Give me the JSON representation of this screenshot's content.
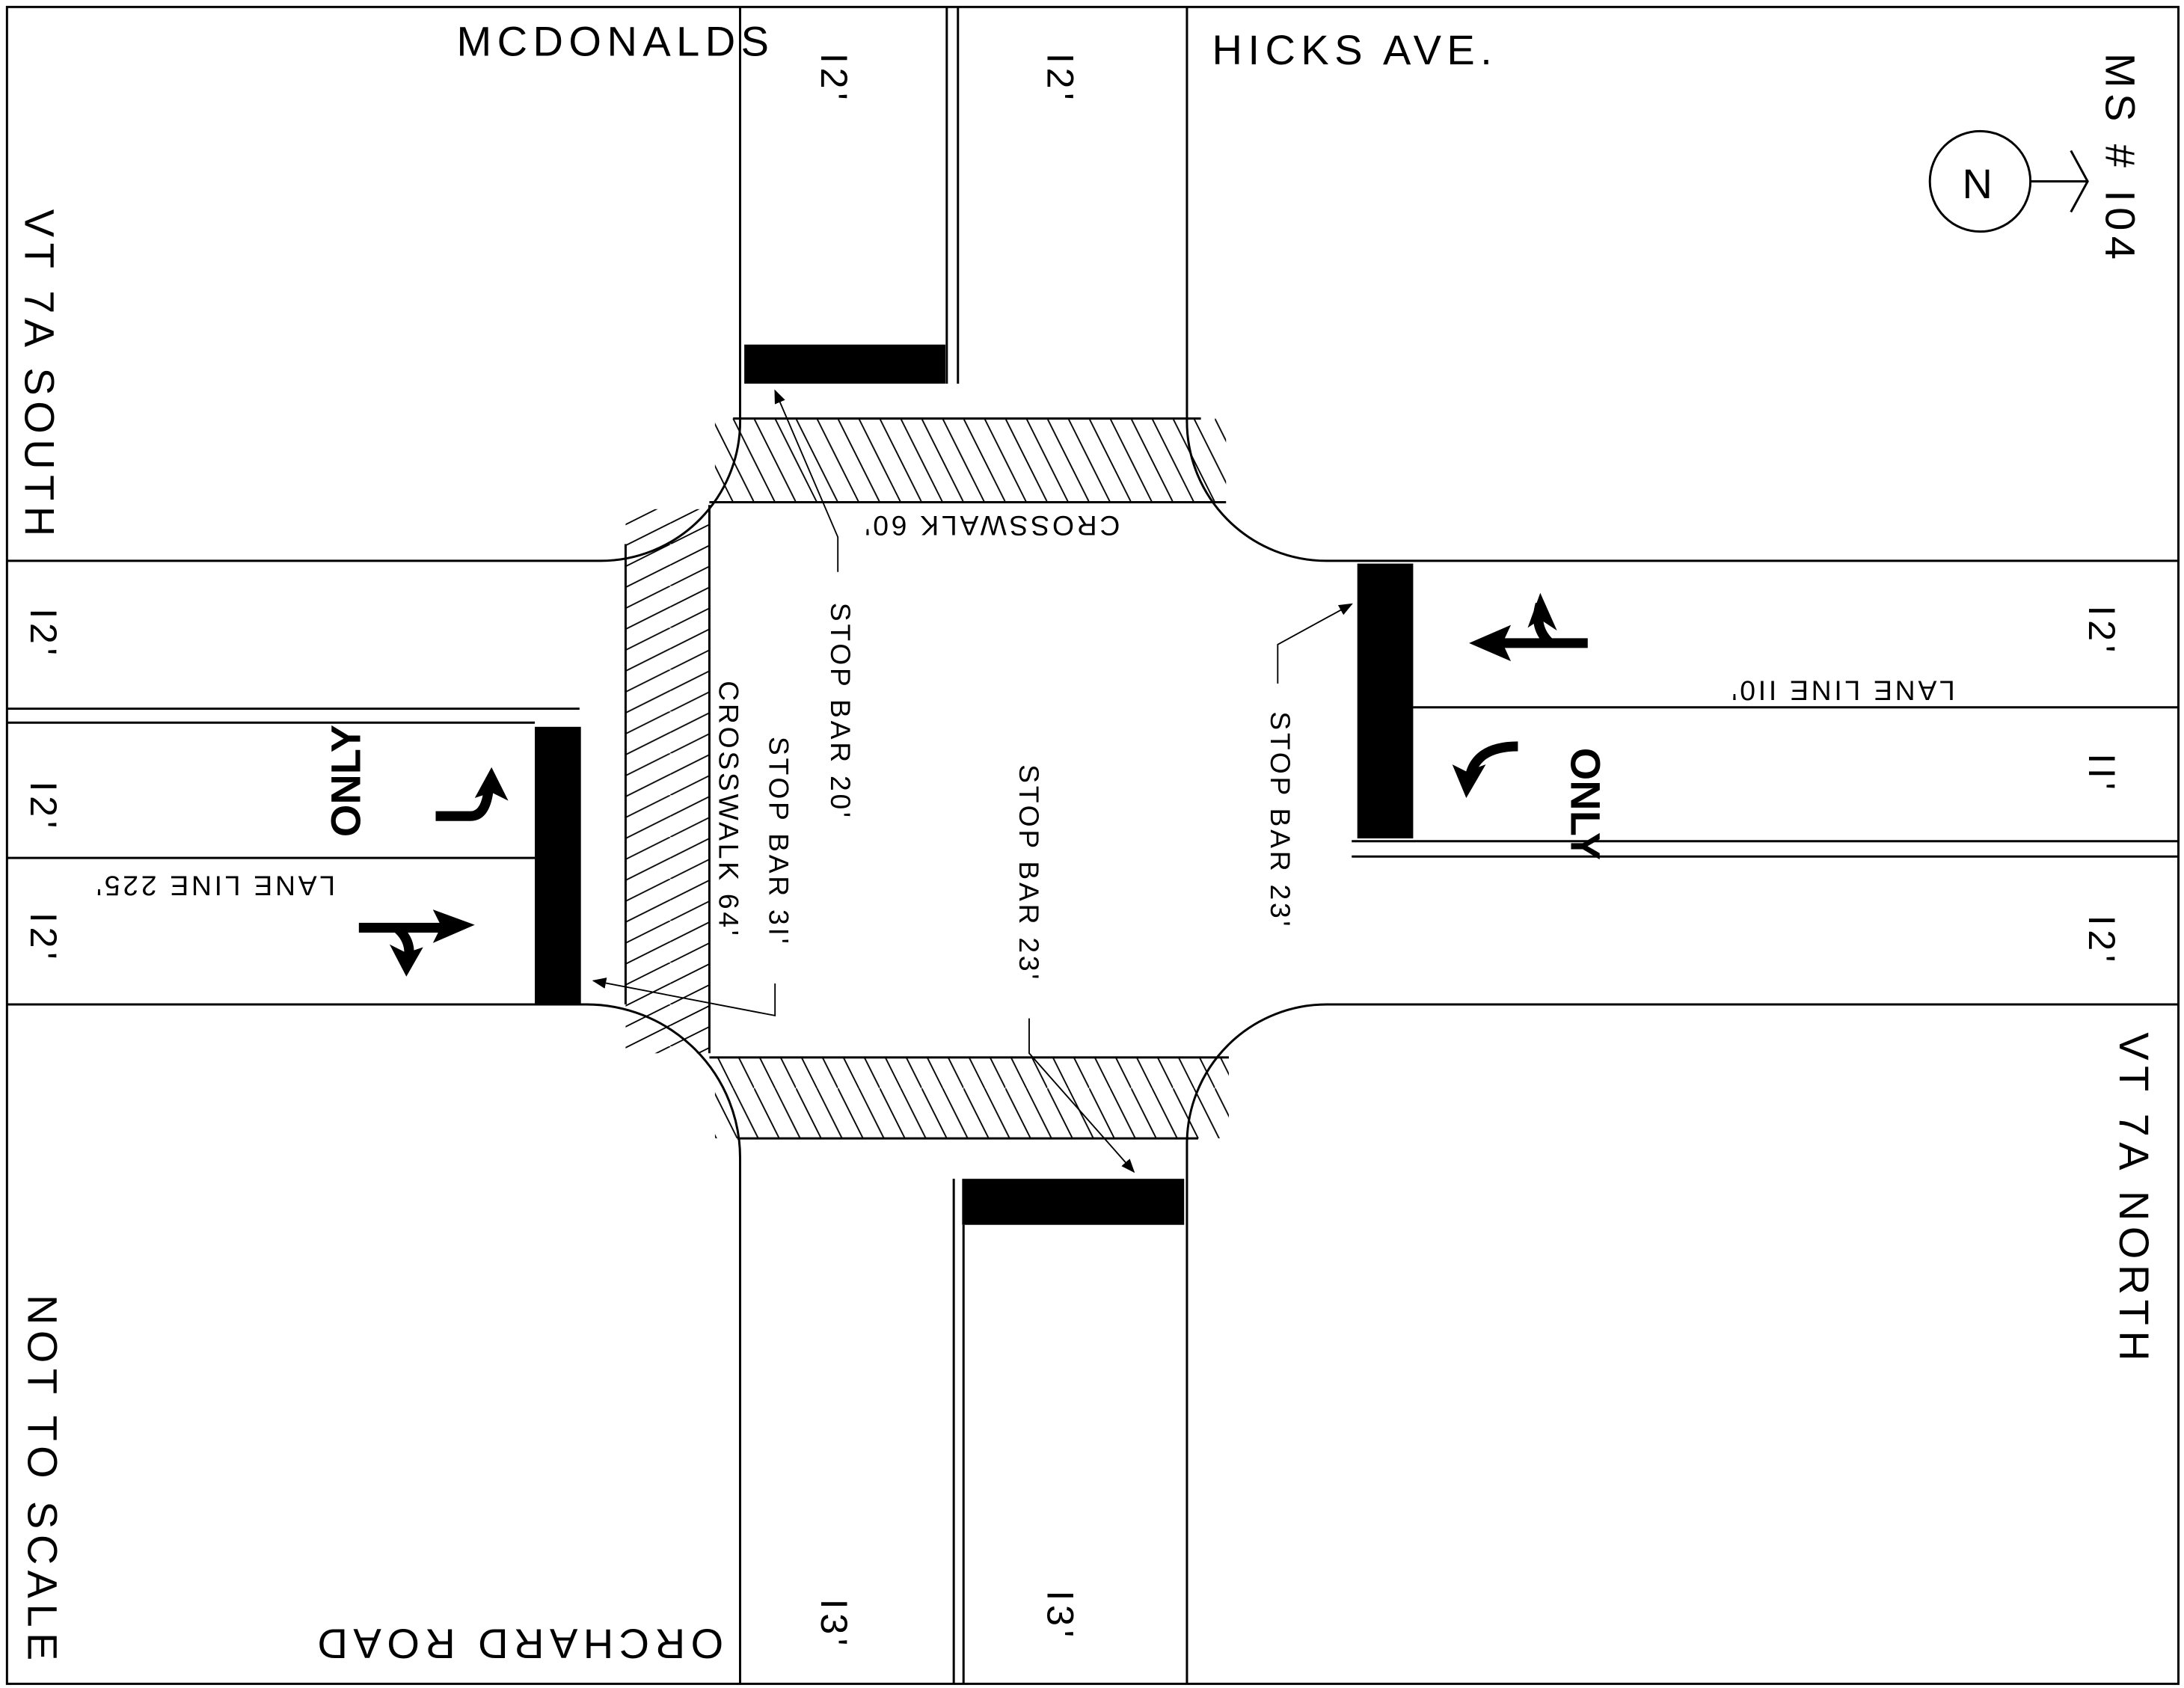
{
  "streets": {
    "mcdonalds": "MCDONALDS",
    "hicks_ave": "HICKS AVE.",
    "vt7a_south": "VT 7A SOUTH",
    "vt7a_north": "VT 7A NORTH",
    "orchard_road": "ORCHARD ROAD"
  },
  "sheet": {
    "ms_number": "MS # I04",
    "north_label": "N",
    "scale_note": "NOT TO SCALE"
  },
  "lane_widths": {
    "north_left": "I2'",
    "north_right": "I2'",
    "west_top": "I2'",
    "west_mid": "I2'",
    "west_bottom": "I2'",
    "east_top": "I2'",
    "east_mid": "II'",
    "east_bottom": "I2'",
    "south_left": "I3'",
    "south_right": "I3'"
  },
  "annotations": {
    "crosswalk_north": "CROSSWALK 60'",
    "crosswalk_west": "CROSSWALK 64'",
    "stop_bar_north": "STOP BAR 20'",
    "stop_bar_west": "STOP BAR 3I'",
    "stop_bar_south": "STOP BAR 23'",
    "stop_bar_east": "STOP BAR 23'",
    "lane_line_west": "LANE LINE 225'",
    "lane_line_east": "LANE LINE II0'"
  },
  "markings": {
    "only_west": "ONLY",
    "only_east": "ONLY"
  }
}
